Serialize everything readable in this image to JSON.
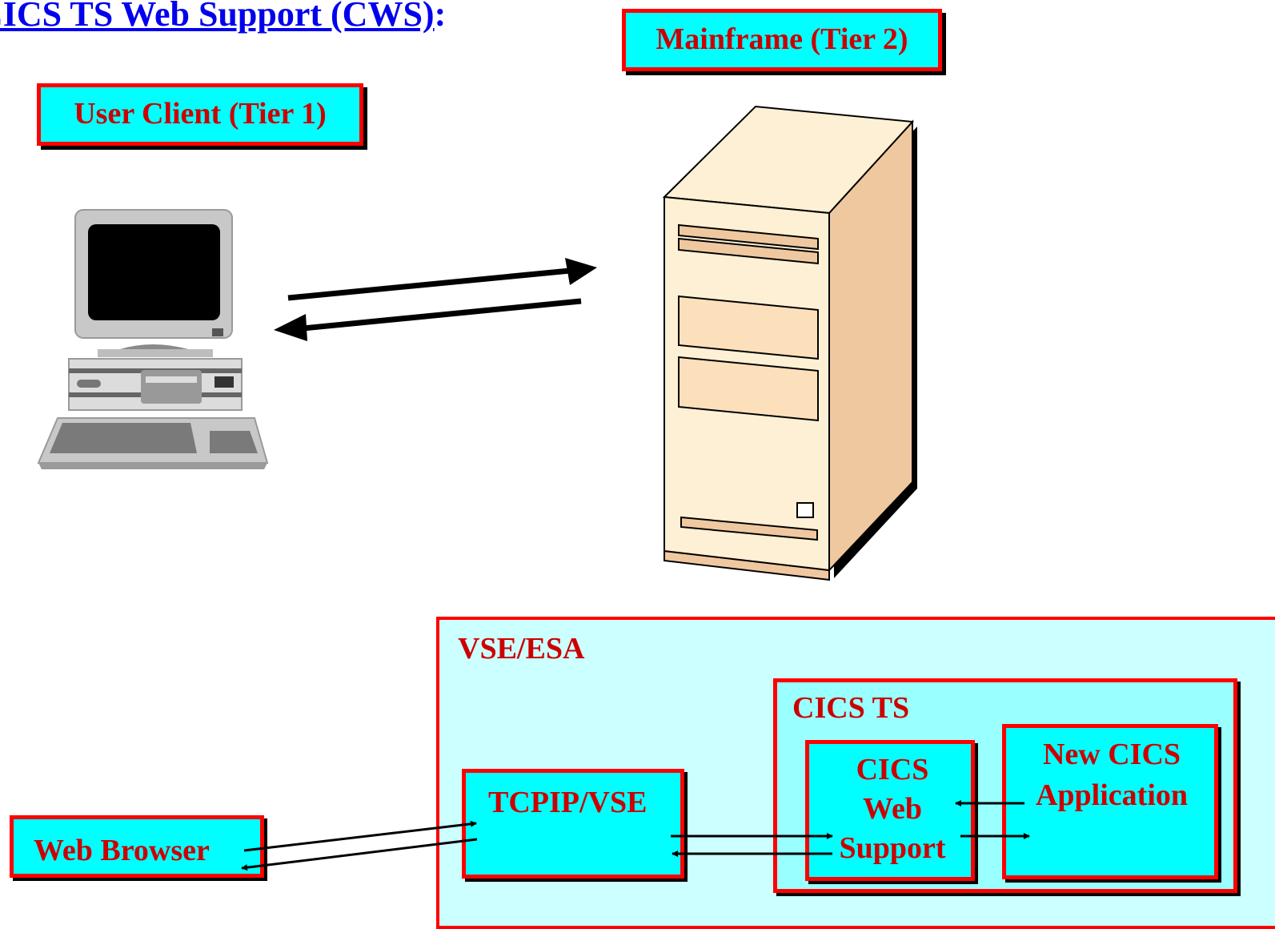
{
  "title": {
    "text": "CICS TS Web Support (CWS)",
    "suffix": ":"
  },
  "tiers": {
    "tier1": "User Client (Tier 1)",
    "tier2": "Mainframe (Tier 2)"
  },
  "bottom": {
    "vse_label": "VSE/ESA",
    "cics_ts_label": "CICS TS",
    "tcpip_label": "TCPIP/VSE",
    "cws_lines": [
      "CICS",
      "Web",
      "Support"
    ],
    "newapp_lines": [
      "New CICS",
      "Application"
    ],
    "browser_label": "Web Browser"
  },
  "colors": {
    "title": "#0000ee",
    "label_text": "#cc0000",
    "box_border": "#ff0000",
    "box_fill": "#00ffff",
    "vse_fill": "#ccffff",
    "cics_ts_fill": "#99ffff",
    "server_body": "#fdf0d4",
    "server_side": "#f0c8a0"
  },
  "icons": {
    "client": "desktop-computer-icon",
    "server": "tower-server-icon"
  }
}
